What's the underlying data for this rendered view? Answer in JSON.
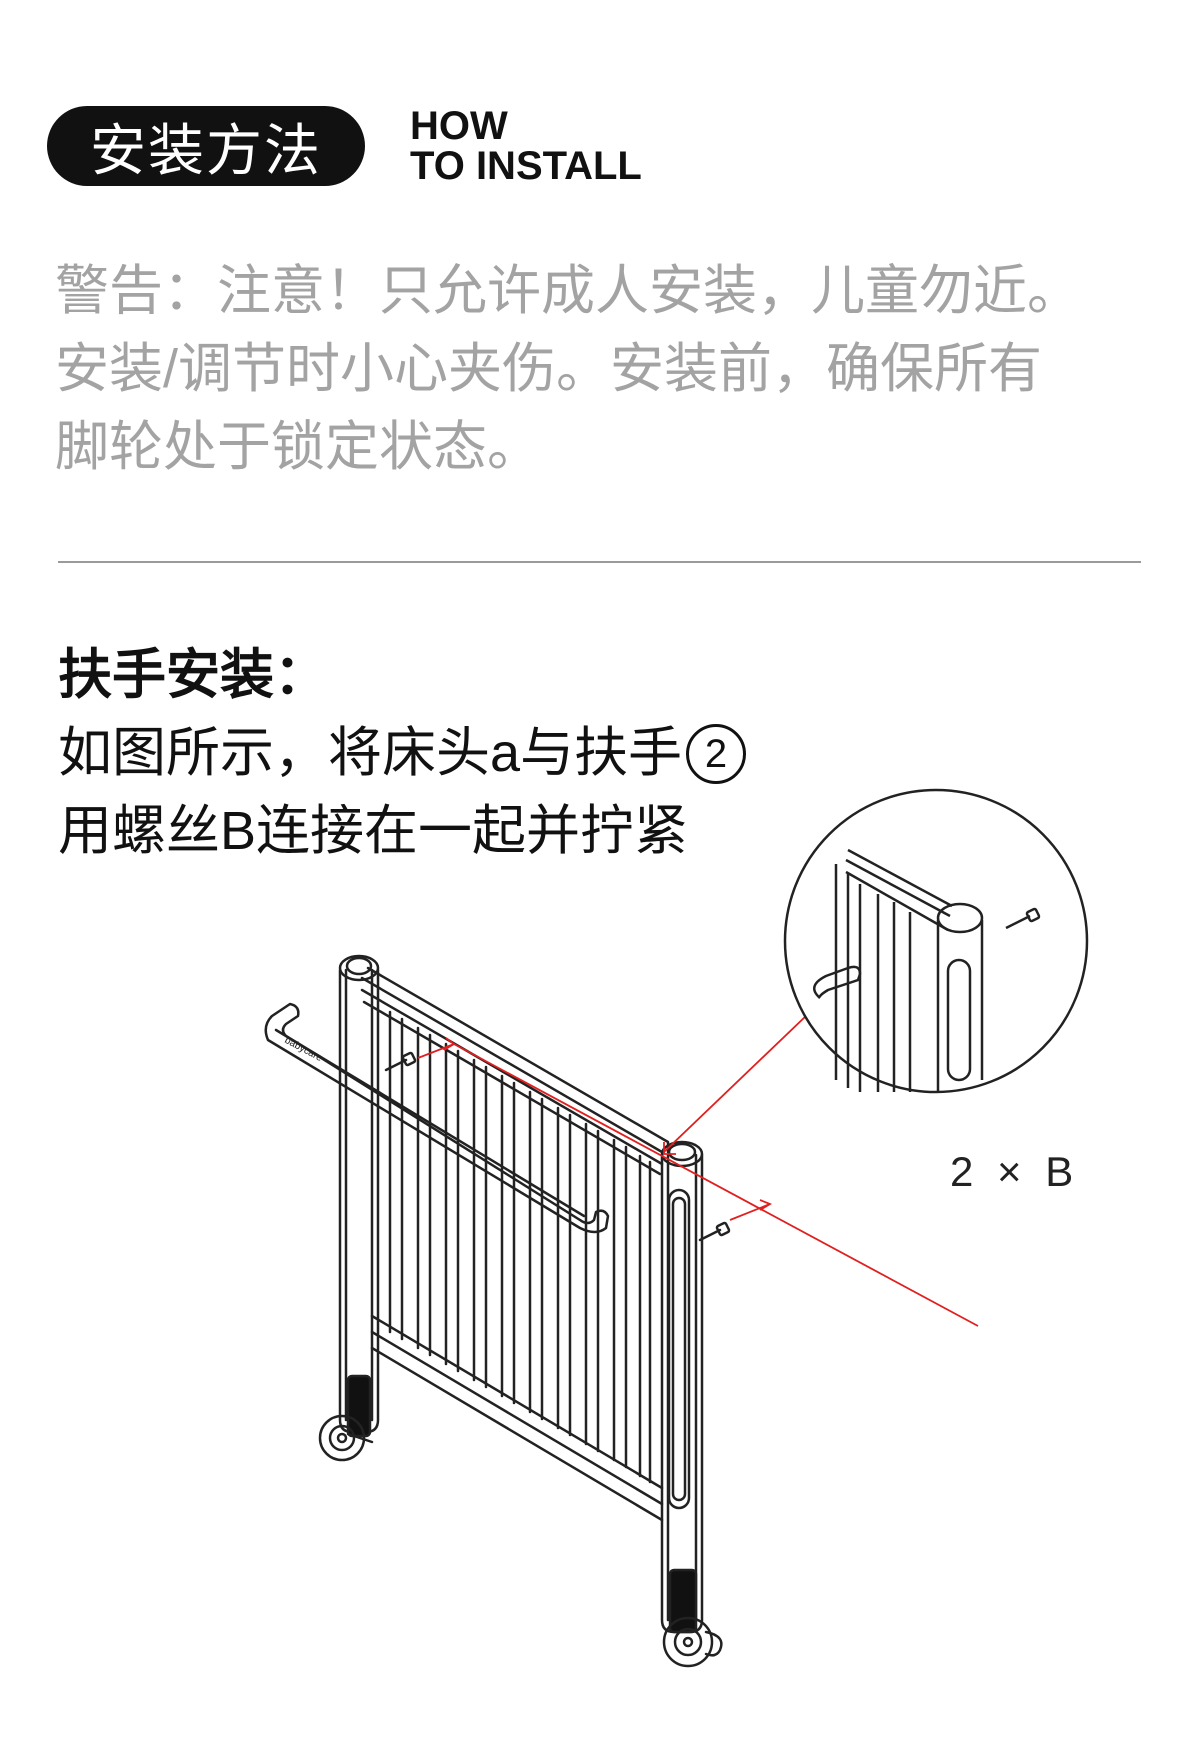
{
  "header": {
    "badge_label": "安装方法",
    "en_title_line1": "HOW",
    "en_title_line2": "TO INSTALL"
  },
  "warning": {
    "lines": [
      "警告：注意！只允许成人安装，儿童勿近。",
      "安装/调节时小心夹伤。安装前，确保所有",
      "脚轮处于锁定状态。"
    ]
  },
  "step": {
    "title": "扶手安装：",
    "line1": "如图所示，将床头a与扶手",
    "part_number": "2",
    "line2": "用螺丝B连接在一起并拧紧"
  },
  "diagram": {
    "quantity_label": "2 × B",
    "accent_color": "#e02020",
    "brand_marking": "babycare",
    "icons": [
      "crib-headboard-diagram",
      "screw-icon",
      "detail-zoom-circle"
    ]
  }
}
